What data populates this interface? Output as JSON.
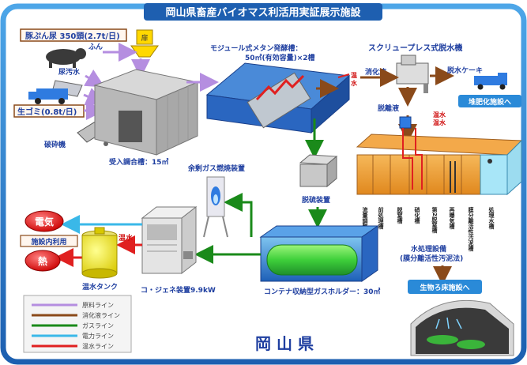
{
  "title": "岡山県畜産バイオマス利活用実証展示施設",
  "pig_manure_label": "豚ぷん尿 350頭(2.7t/日)",
  "manure_label": "ふん",
  "urine_label": "尿汚水",
  "garbage_label": "生ゴミ(0.8t/日)",
  "crusher_label": "破砕機",
  "receiving_tank_label": "受入調合槽：15㎥",
  "methane_tank_label": "モジュール式メタン発酵槽：",
  "methane_tank_capacity": "50㎥(有効容量)×2槽",
  "screw_press_label": "スクリュープレス式脱水機",
  "digestate_label": "消化液",
  "dewatered_cake_label": "脱水ケーキ",
  "compost_facility": "堆肥化施設へ",
  "separated_liquid_label": "脱離液",
  "hot_water_label_a": "温水",
  "hot_water_label_b": "温水",
  "excess_gas_label": "余剰ガス燃焼装置",
  "desulfurizer_label": "脱硫装置",
  "gas_holder_label": "コンテナ収納型ガスホルダー：30㎥",
  "cogeneration_label": "コ・ジェネ装置9.9kW",
  "hot_water_tank_label": "温水タンク",
  "electricity_label": "電気",
  "facility_use_label": "施設内利用",
  "heat_label": "熱",
  "water_treatment_label": "水処理設備",
  "water_treatment_method": "(膜分離活性汚泥法)",
  "tank_labels": [
    "流量調整槽",
    "前処理槽",
    "脱窒槽",
    "硝化槽",
    "第2脱窒槽",
    "再曝気槽",
    "膜分離活性汚泥槽",
    "処理水槽"
  ],
  "biofilter_facility": "生物ろ床施設へ",
  "legend": [
    {
      "label": "原料ライン",
      "color": "#b58ee0"
    },
    {
      "label": "消化液ライン",
      "color": "#8a4a1a"
    },
    {
      "label": "ガスライン",
      "color": "#1a8a1a"
    },
    {
      "label": "電力ライン",
      "color": "#3ab8e8"
    },
    {
      "label": "温水ライン",
      "color": "#e02020"
    }
  ],
  "footer_label": "岡 山 県"
}
